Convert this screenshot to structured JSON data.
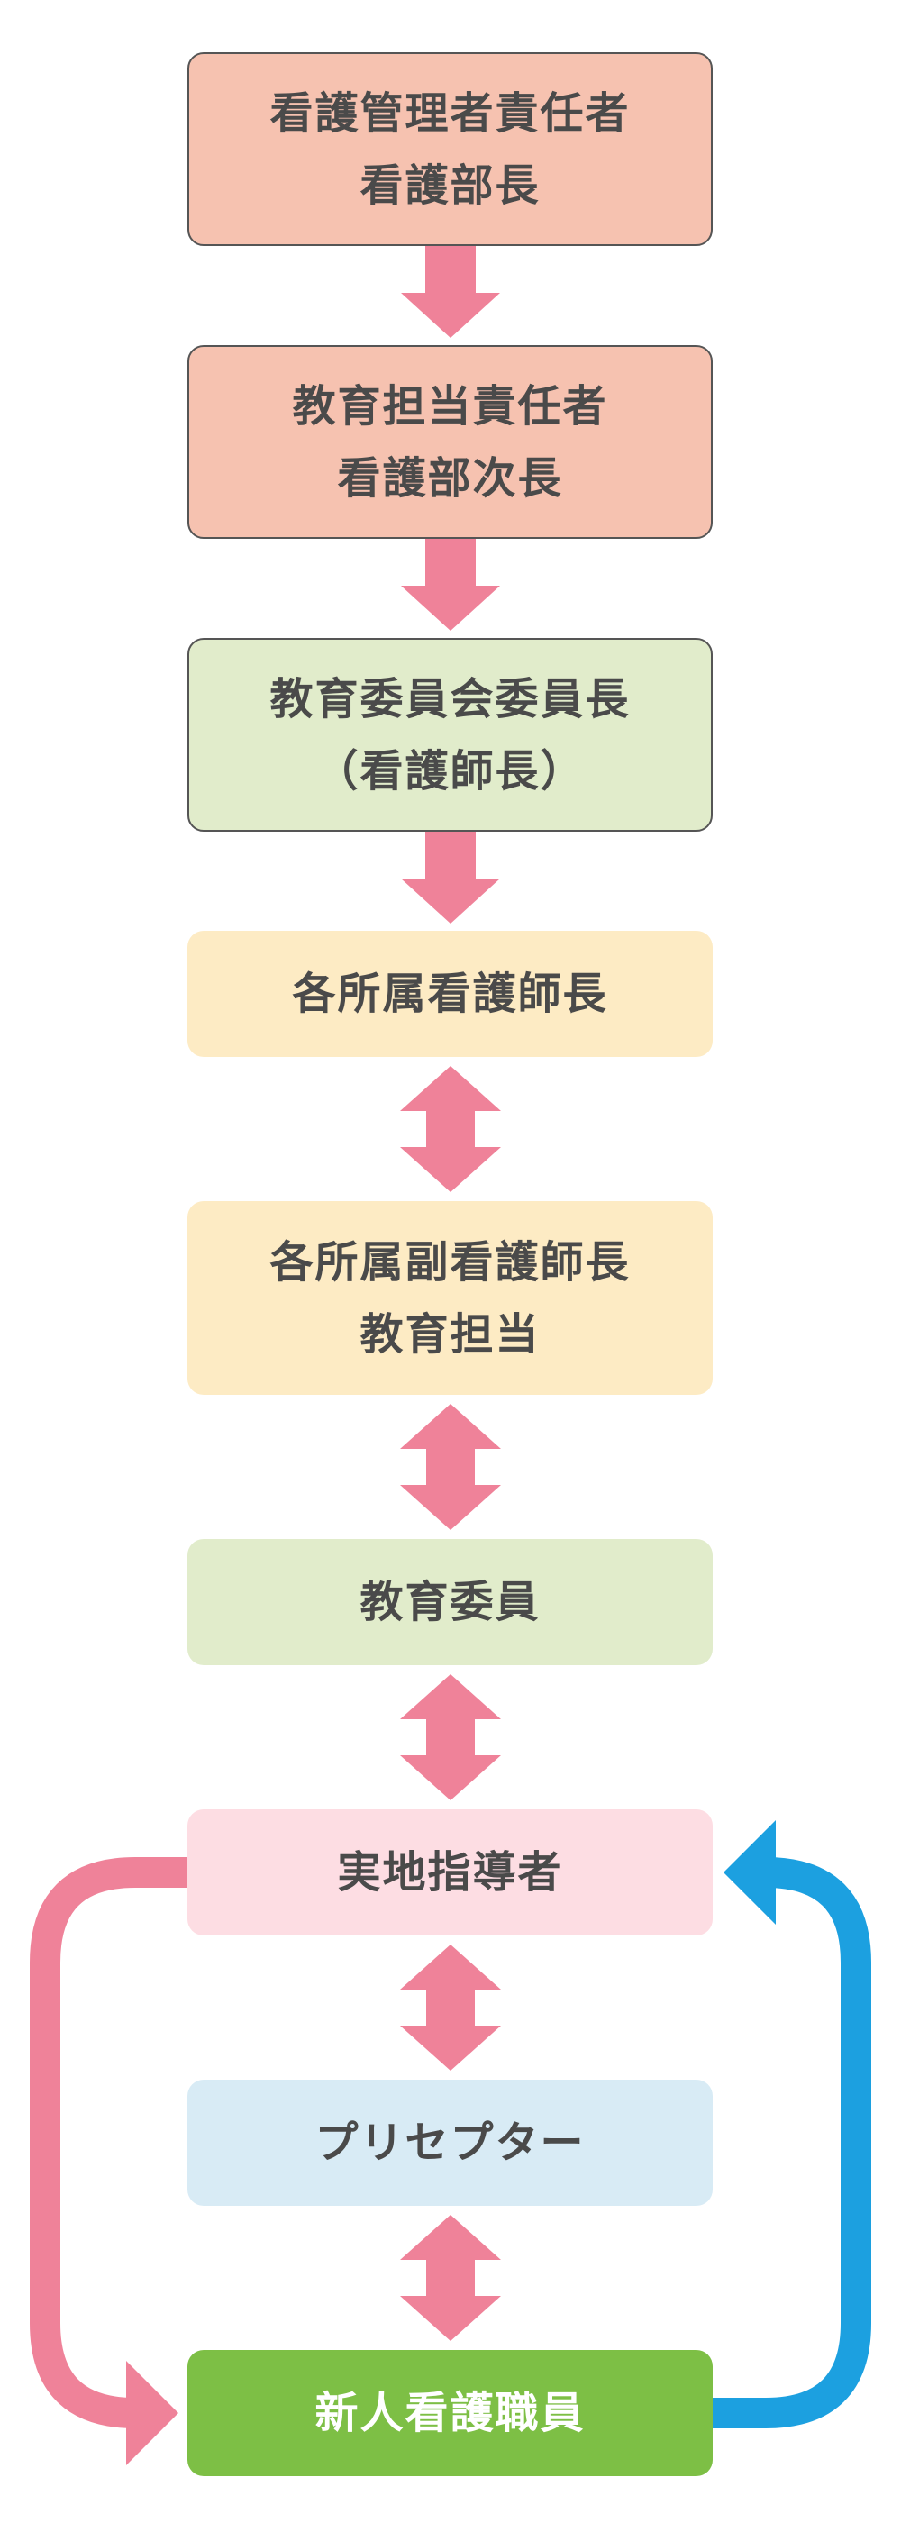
{
  "colors": {
    "salmon": "#f6c2b0",
    "light_green": "#e1eccb",
    "pale_yellow": "#fdebc4",
    "pink": "#fddde3",
    "light_blue": "#d8ebf5",
    "green": "#7dbf45",
    "arrow_pink": "#ef8299",
    "arrow_blue": "#1ca0e0",
    "text": "#4a4a4a",
    "text_on_green": "#ffffff"
  },
  "nodes": [
    {
      "id": "nursing-manager",
      "lines": [
        "看護管理者責任者",
        "看護部長"
      ]
    },
    {
      "id": "education-manager",
      "lines": [
        "教育担当責任者",
        "看護部次長"
      ]
    },
    {
      "id": "committee-chair",
      "lines": [
        "教育委員会委員長",
        "（看護師長）"
      ]
    },
    {
      "id": "head-nurses",
      "lines": [
        "各所属看護師長"
      ]
    },
    {
      "id": "deputy-head-nurses",
      "lines": [
        "各所属副看護師長",
        "教育担当"
      ]
    },
    {
      "id": "education-committee",
      "lines": [
        "教育委員"
      ]
    },
    {
      "id": "practical-instructor",
      "lines": [
        "実地指導者"
      ]
    },
    {
      "id": "preceptor",
      "lines": [
        "プリセプター"
      ]
    },
    {
      "id": "new-nurse",
      "lines": [
        "新人看護職員"
      ]
    }
  ],
  "edges": [
    {
      "from": "nursing-manager",
      "to": "education-manager",
      "kind": "one-way"
    },
    {
      "from": "education-manager",
      "to": "committee-chair",
      "kind": "one-way"
    },
    {
      "from": "committee-chair",
      "to": "head-nurses",
      "kind": "one-way"
    },
    {
      "from": "head-nurses",
      "to": "deputy-head-nurses",
      "kind": "two-way"
    },
    {
      "from": "deputy-head-nurses",
      "to": "education-committee",
      "kind": "two-way"
    },
    {
      "from": "education-committee",
      "to": "practical-instructor",
      "kind": "two-way"
    },
    {
      "from": "practical-instructor",
      "to": "preceptor",
      "kind": "two-way"
    },
    {
      "from": "preceptor",
      "to": "new-nurse",
      "kind": "two-way"
    },
    {
      "from": "practical-instructor",
      "to": "new-nurse",
      "kind": "curved-left",
      "color": "pink"
    },
    {
      "from": "new-nurse",
      "to": "practical-instructor",
      "kind": "curved-right",
      "color": "blue"
    }
  ]
}
